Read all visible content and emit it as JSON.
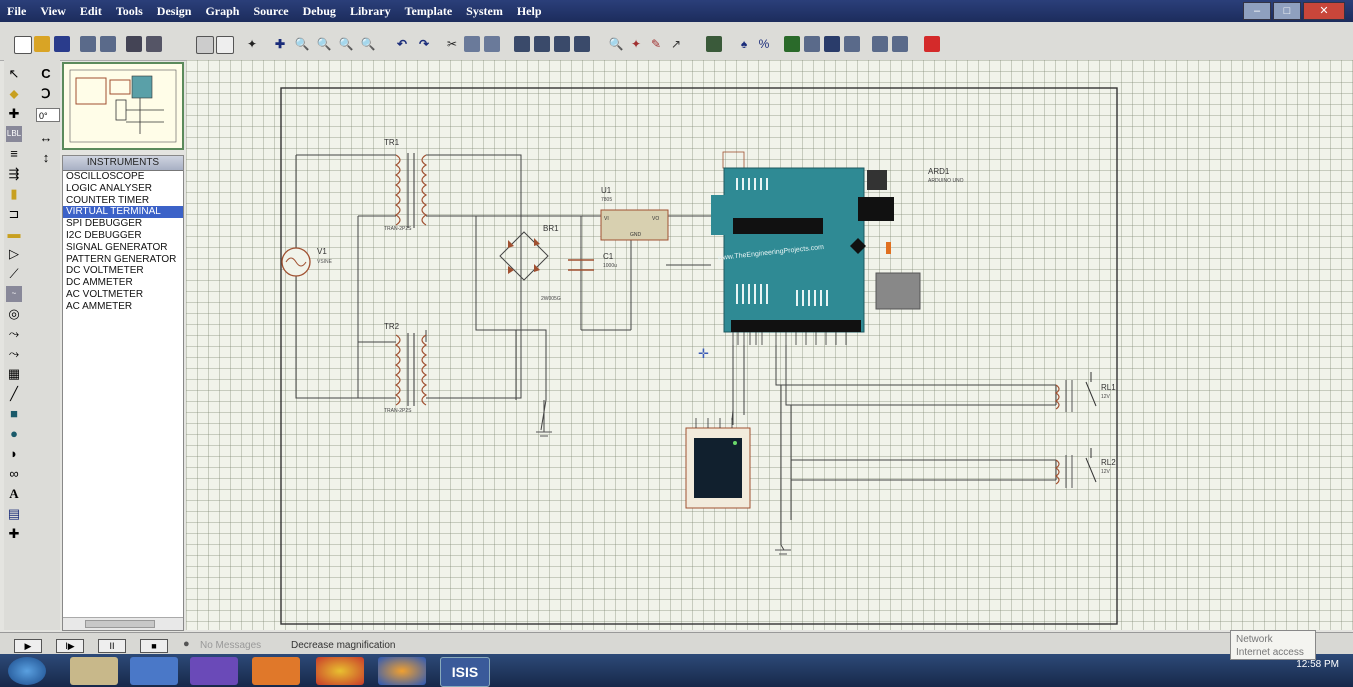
{
  "menu": [
    "File",
    "View",
    "Edit",
    "Tools",
    "Design",
    "Graph",
    "Source",
    "Debug",
    "Library",
    "Template",
    "System",
    "Help"
  ],
  "sidebar": {
    "rotation_value": "0°",
    "instruments_title": "INSTRUMENTS",
    "instruments": [
      "OSCILLOSCOPE",
      "LOGIC ANALYSER",
      "COUNTER TIMER",
      "VIRTUAL TERMINAL",
      "SPI DEBUGGER",
      "I2C DEBUGGER",
      "SIGNAL GENERATOR",
      "PATTERN GENERATOR",
      "DC VOLTMETER",
      "DC AMMETER",
      "AC VOLTMETER",
      "AC AMMETER"
    ],
    "selected_index": 3
  },
  "schematic": {
    "tr1": "TR1",
    "tr1_value": "TRAN-2P2S",
    "tr2": "TR2",
    "tr2_value": "TRAN-2P2S",
    "v1": "V1",
    "v1_value": "VSINE",
    "br1": "BR1",
    "br1_value": "2W005G",
    "u1": "U1",
    "u1_value": "7805",
    "u1_vi": "VI",
    "u1_vo": "VO",
    "u1_gnd": "GND",
    "c1": "C1",
    "c1_value": "1000u",
    "ard1": "ARD1",
    "ard1_value": "ARDUINO UNO",
    "arduino_brand": "www.TheEngineeringProjects.com",
    "rl1": "RL1",
    "rl1_value": "12V",
    "rl2": "RL2",
    "rl2_value": "12V"
  },
  "status": {
    "messages": "No Messages",
    "text": "Decrease magnification"
  },
  "taskbar": {
    "isis_label": "ISIS",
    "tooltip_line1": "Network",
    "tooltip_line2": "Internet access",
    "time": "12:58 PM"
  }
}
